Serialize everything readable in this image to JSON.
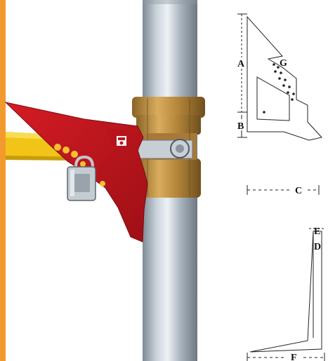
{
  "diagram": {
    "labels": {
      "A": "A",
      "B": "B",
      "C": "C",
      "D": "D",
      "E": "E",
      "F": "F",
      "G": "G"
    }
  },
  "colors": {
    "accent_stripe": "#f39a2e",
    "lockout_red": "#c0141c",
    "handle_yellow": "#f2c418",
    "brass": "#b88a3c",
    "pipe": "#a9b4bf",
    "line": "#222222"
  }
}
